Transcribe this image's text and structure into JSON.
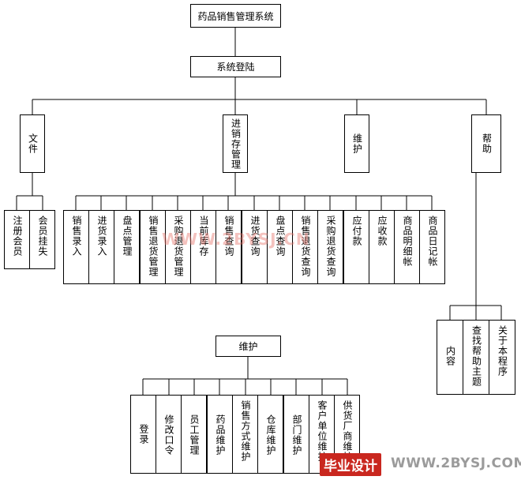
{
  "diagram": {
    "root": "药品销售管理系统",
    "login": "系统登陆",
    "level1": [
      "文件",
      "进销存管理",
      "维护",
      "帮助"
    ],
    "file_children": [
      "注册会员",
      "会员挂失"
    ],
    "jxc_children": [
      "销售录入",
      "进货录入",
      "盘点管理",
      "销售退货管理",
      "采购退货管理",
      "当前库存",
      "销售查询",
      "进货查询",
      "盘点查询",
      "销售退货查询",
      "采购退货查询",
      "应付款",
      "应收款",
      "商品明细帐",
      "商品日记帐"
    ],
    "help_children": [
      "内容",
      "查找帮助主题",
      "关于本程序"
    ],
    "maint_root": "维护",
    "maint_children": [
      "登录",
      "修改口令",
      "员工管理",
      "药品维护",
      "销售方式维护",
      "仓库维护",
      "部门维护",
      "客户单位维护",
      "供货厂商维护"
    ]
  },
  "watermark": {
    "center_text": "WWW.2BYSJ.CN",
    "brand_text": "毕业设计",
    "url_text": "WWW.2BYSJ.COM"
  }
}
